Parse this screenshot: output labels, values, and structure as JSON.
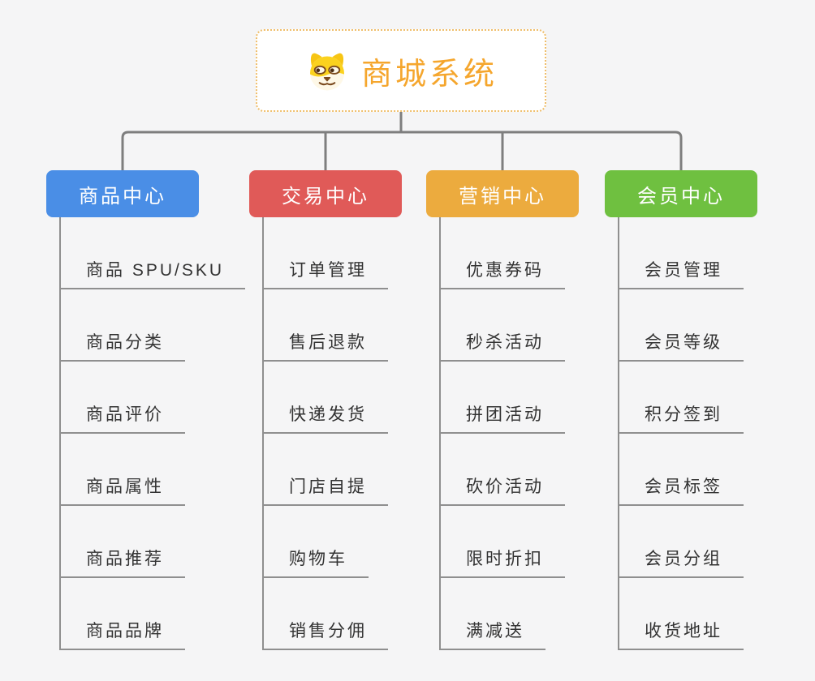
{
  "root": {
    "title": "商城系统",
    "icon": "doge-icon"
  },
  "branches": [
    {
      "id": "product-center",
      "label": "商品中心",
      "color": "#4A8EE6",
      "children": [
        "商品 SPU/SKU",
        "商品分类",
        "商品评价",
        "商品属性",
        "商品推荐",
        "商品品牌"
      ]
    },
    {
      "id": "trade-center",
      "label": "交易中心",
      "color": "#E05A58",
      "children": [
        "订单管理",
        "售后退款",
        "快递发货",
        "门店自提",
        "购物车",
        "销售分佣"
      ]
    },
    {
      "id": "marketing-center",
      "label": "营销中心",
      "color": "#ECAB3E",
      "children": [
        "优惠券码",
        "秒杀活动",
        "拼团活动",
        "砍价活动",
        "限时折扣",
        "满减送"
      ]
    },
    {
      "id": "member-center",
      "label": "会员中心",
      "color": "#6FC040",
      "children": [
        "会员管理",
        "会员等级",
        "积分签到",
        "会员标签",
        "会员分组",
        "收货地址"
      ]
    }
  ],
  "styles": {
    "background": "#F5F5F6",
    "root_accent": "#F5A62D",
    "root_border": "#EFBE6B",
    "connector_line": "#7E7E7E",
    "leaf_line": "#8F8F8F",
    "leaf_text": "#333333"
  }
}
